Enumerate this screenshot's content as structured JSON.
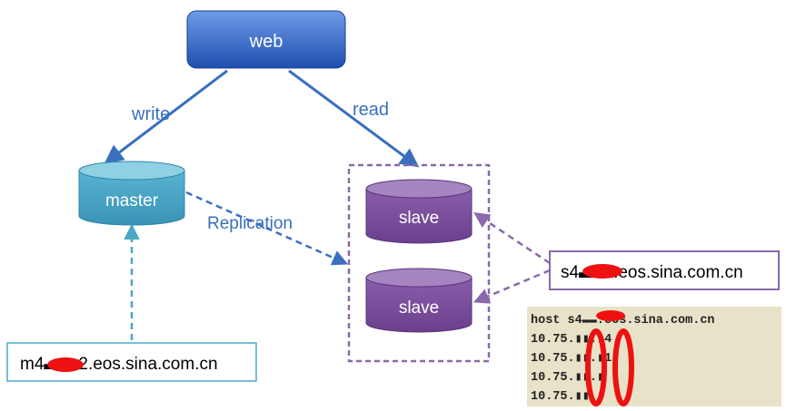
{
  "nodes": {
    "web": {
      "label": "web"
    },
    "master": {
      "label": "master"
    },
    "slave_1": {
      "label": "slave"
    },
    "slave_2": {
      "label": "slave"
    }
  },
  "edges": {
    "write": {
      "label": "write"
    },
    "read": {
      "label": "read"
    },
    "replication": {
      "label": "Replication"
    }
  },
  "hosts": {
    "master_host": {
      "text": "m4▬▬2.eos.sina.com.cn"
    },
    "slave_host": {
      "text": "s4▬▬.eos.sina.com.cn"
    }
  },
  "terminal": {
    "lines": [
      "host s4▬▬.eos.sina.com.cn",
      "10.75.▮▮.▮4",
      "10.75.▮▮.▮1",
      "10.75.▮▮.▮",
      "10.75.▮▮.▮"
    ]
  },
  "colors": {
    "web_top": "#5b8fe0",
    "web_bottom": "#1e4fb0",
    "master": "#4aa8c8",
    "slave": "#7a4e9a",
    "arrow_blue": "#3a6fbf",
    "dashed_purple": "#8a6aaa",
    "terminal_bg": "#e8e2c8",
    "redaction": "#ee1111"
  }
}
